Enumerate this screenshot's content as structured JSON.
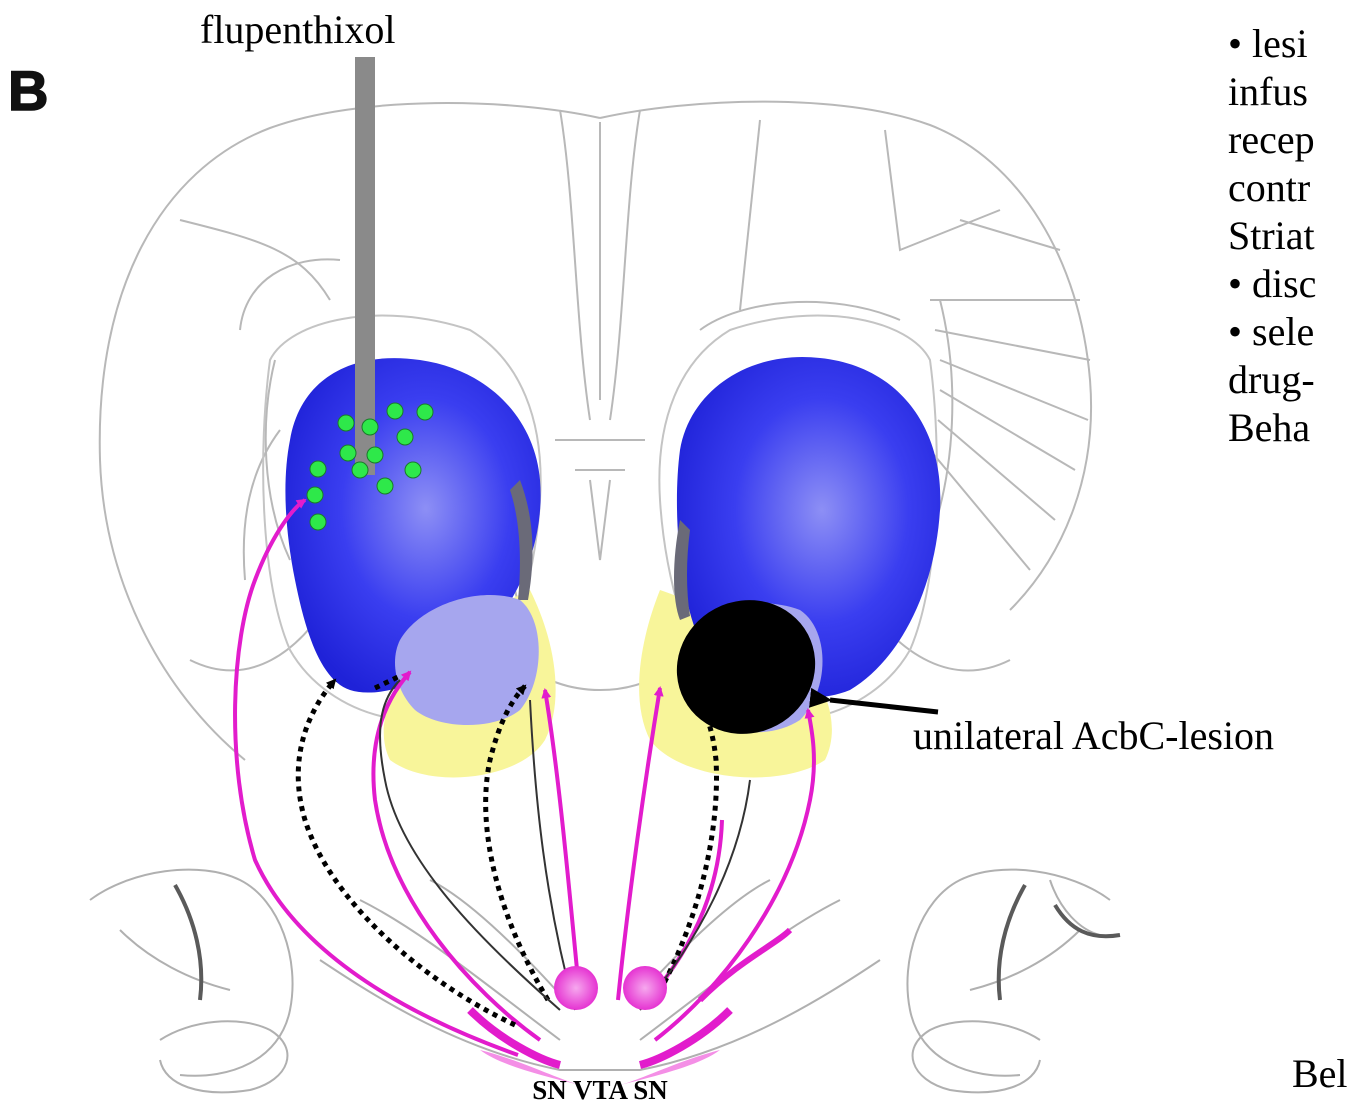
{
  "figure": {
    "panel_letter": "B",
    "drug_label": "flupenthixol",
    "lesion_label": "unilateral AcbC-lesion",
    "region_label": "SN VTA SN"
  },
  "bullet_text": {
    "lines": [
      "• lesi",
      "infus",
      "recep",
      "contr",
      "Striat",
      "• disc",
      "• sele",
      "drug-",
      "Beha"
    ]
  },
  "citation": "Bel",
  "colors": {
    "dorsal_striatum": "#2a2ee8",
    "accumbens_shell": "#f8f59a",
    "accumbens_core": "#a6a6ee",
    "lesion": "#000000",
    "dopamine_projection": "#e21ccc",
    "infusion_sites": "#2ee84a",
    "cannula": "#8a8a8a",
    "outline": "#b8b8b8"
  }
}
